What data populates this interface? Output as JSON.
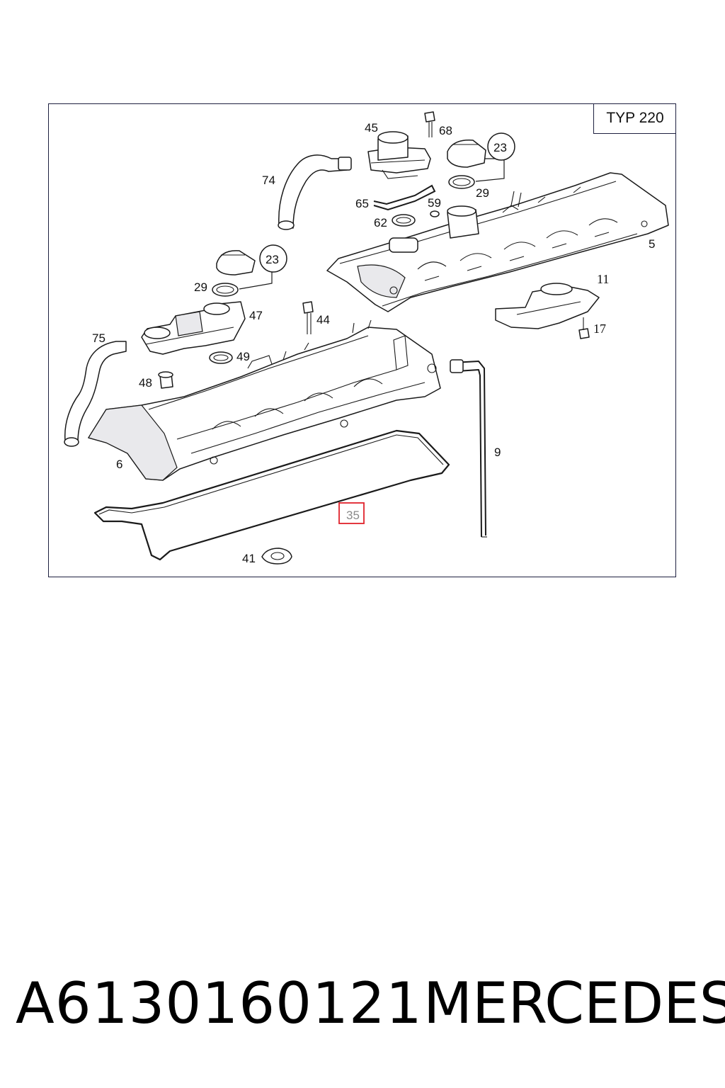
{
  "diagram": {
    "type_label": "TYP 220",
    "callouts": {
      "c45": "45",
      "c68": "68",
      "c23a": "23",
      "c29a": "29",
      "c74": "74",
      "c65": "65",
      "c59": "59",
      "c62": "62",
      "c5": "5",
      "c23b": "23",
      "c29b": "29",
      "c47": "47",
      "c44": "44",
      "c11": "11",
      "c17": "17",
      "c75": "75",
      "c49": "49",
      "c48": "48",
      "c6": "6",
      "c9": "9",
      "c35": "35",
      "c41": "41"
    },
    "highlighted_part": "35"
  },
  "footer": {
    "part_number": "A6130160121",
    "brand": "MERCEDES"
  },
  "colors": {
    "highlight": "#e0222b",
    "frame": "#1e2040"
  }
}
